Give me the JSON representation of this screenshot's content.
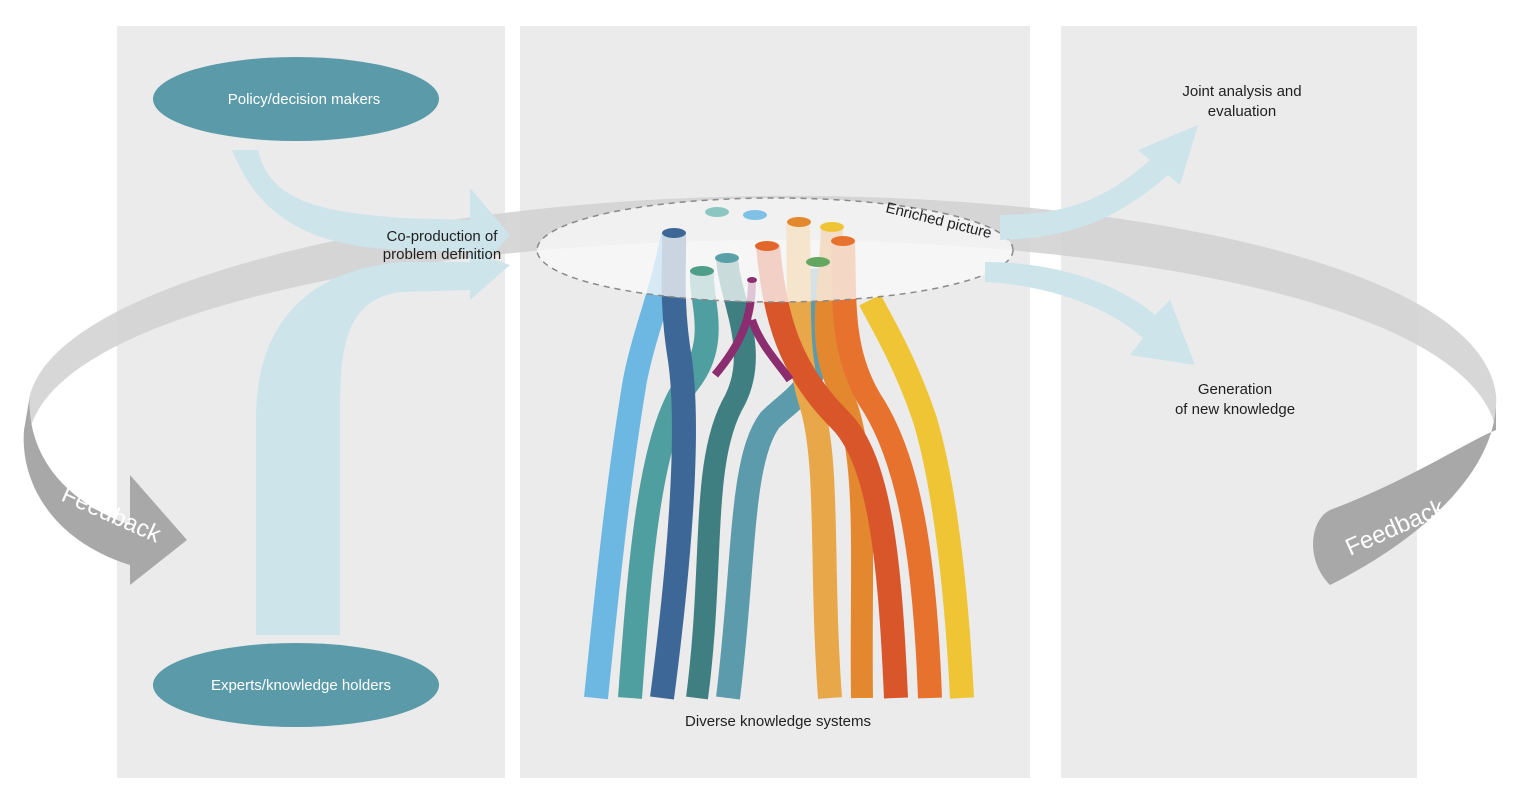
{
  "nodes": {
    "policy": "Policy/decision makers",
    "experts": "Experts/knowledge holders"
  },
  "labels": {
    "coproduction_line1": "Co-production of",
    "coproduction_line2": "problem definition",
    "enriched": "Enriched picture",
    "diverse": "Diverse knowledge systems",
    "joint_line1": "Joint analysis and",
    "joint_line2": "evaluation",
    "generation_line1": "Generation",
    "generation_line2": "of new knowledge",
    "feedback_left": "Feedback",
    "feedback_right": "Feedback"
  },
  "colors": {
    "panel": "#ebebeb",
    "node": "#5b9aa8",
    "arrow_light": "#cce4ea",
    "ring": "#d3d3d3",
    "ring_dark": "#a8a8a8",
    "strands": [
      "#6cb8e2",
      "#4f9ea0",
      "#3d6796",
      "#3f7f82",
      "#5b9bab",
      "#e8a84a",
      "#e3882f",
      "#d9562a",
      "#e7722e",
      "#efc535"
    ]
  }
}
